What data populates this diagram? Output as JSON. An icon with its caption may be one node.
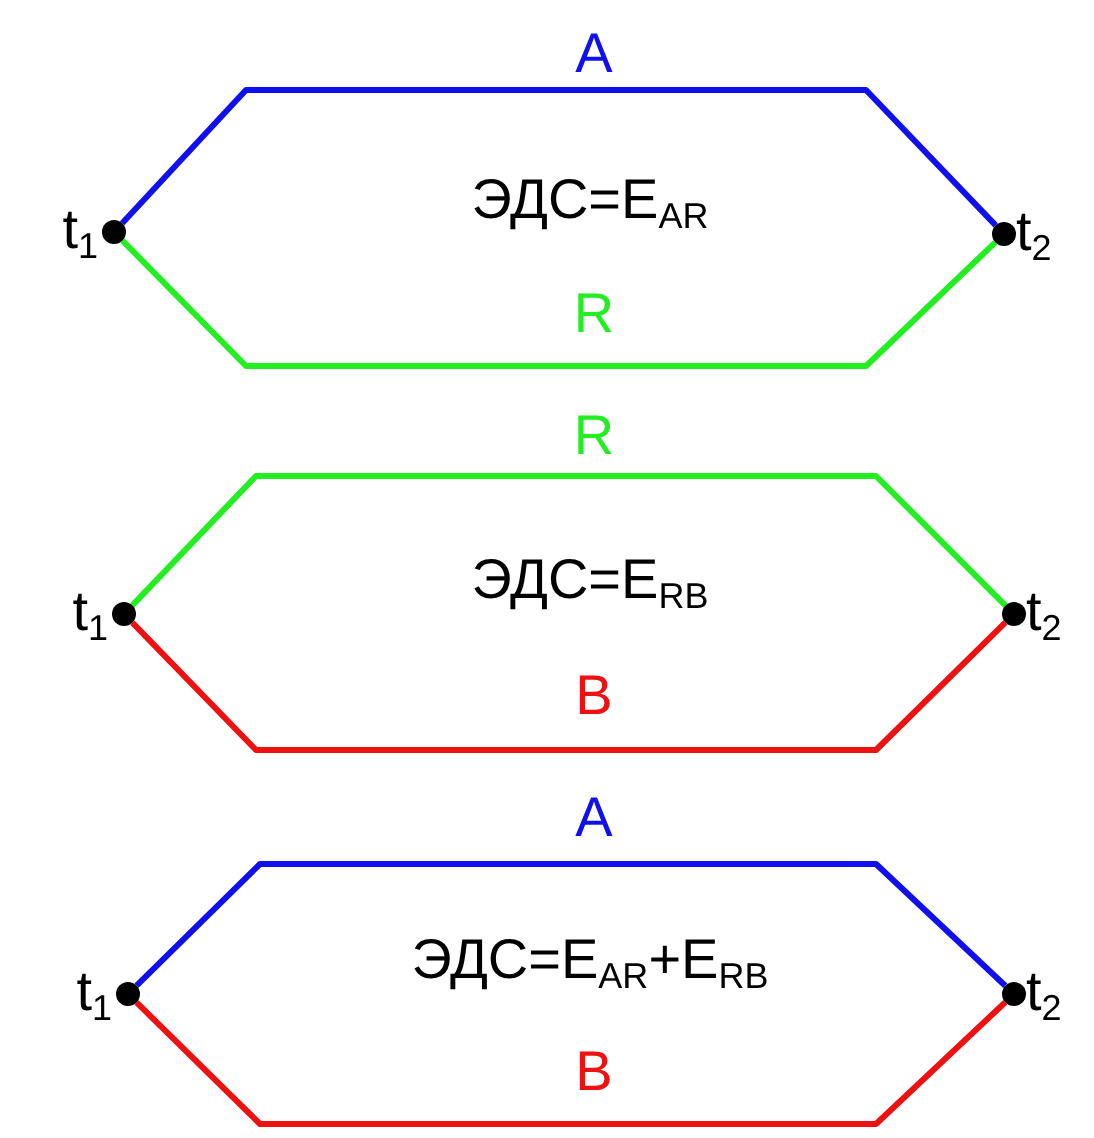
{
  "diagram": {
    "nodes": [
      {
        "text": [],
        "shape": "circle",
        "beside": [
          "t$_{1}$"
        ]
      },
      {
        "text": [],
        "shape": "circle",
        "beside": [
          "t$_{2}$"
        ]
      },
      {
        "text": [],
        "shape": "circle",
        "beside": [
          "t$_{1}$"
        ]
      },
      {
        "text": [],
        "shape": "circle",
        "beside": [
          "t$_{2}$"
        ]
      },
      {
        "text": [],
        "shape": "circle",
        "beside": [
          "t$_{1}$"
        ]
      },
      {
        "text": [],
        "shape": "circle",
        "beside": [
          "t$_{2}$"
        ]
      }
    ],
    "edges": [
      {
        "from": 0,
        "to": 1,
        "arrow": "none",
        "label": "A",
        "color": "#1010ee"
      },
      {
        "from": 0,
        "to": 1,
        "arrow": "none",
        "label": "R",
        "color": "#22ee22"
      },
      {
        "from": 2,
        "to": 3,
        "arrow": "none",
        "label": "R",
        "color": "#22ee22"
      },
      {
        "from": 2,
        "to": 3,
        "arrow": "none",
        "label": "B",
        "color": "#ee1111"
      },
      {
        "from": 4,
        "to": 5,
        "arrow": "none",
        "label": "A",
        "color": "#1010ee"
      },
      {
        "from": 4,
        "to": 5,
        "arrow": "none",
        "label": "B",
        "color": "#ee1111"
      }
    ],
    "labels": [
      "ЭДС=E$_{AR}$",
      "ЭДС=E$_{RB}$",
      "ЭДС=E$_{AR}$+E$_{RB}$"
    ]
  }
}
